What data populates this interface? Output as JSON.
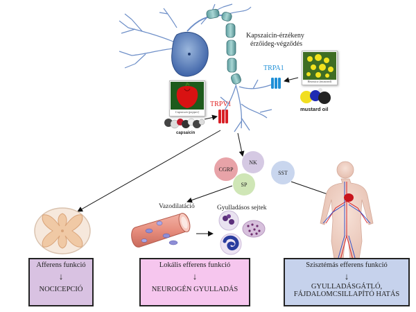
{
  "neuron": {
    "label_line1": "Kapszaicin-érzékeny",
    "label_line2": "érzőideg-végződés"
  },
  "receptors": {
    "trpa1": "TRPA1",
    "trpv1": "TRPV1"
  },
  "photos": {
    "mustard_caption": "Brassica (mustard)",
    "pepper_caption": "Capsicum (pepper)"
  },
  "molecules": {
    "capsaicin": "capsaicin",
    "mustard_oil": "mustard oil"
  },
  "mediators": {
    "cgrp": "CGRP",
    "nk": "NK",
    "sp": "SP",
    "sst": "SST"
  },
  "local": {
    "vasodilation": "Vazodilatáció",
    "inflammatory_cells": "Gyulladásos sejtek"
  },
  "boxes": {
    "afferent": {
      "title": "Afferens funkció",
      "arrow": "↓",
      "result": "NOCICEPCIÓ"
    },
    "local_efferent": {
      "title": "Lokális efferens funkció",
      "arrow": "↓",
      "result": "NEUROGÉN GYULLADÁS"
    },
    "systemic_efferent": {
      "title": "Szisztémás efferens funkció",
      "arrow": "↓",
      "result_line1": "GYULLADÁSGÁTLÓ,",
      "result_line2": "FÁJDALOMCSILLAPÍTÓ HATÁS"
    }
  },
  "colors": {
    "afferent_box": "#d9c2e2",
    "local_box": "#f6c6ee",
    "systemic_box": "#c6d2ec",
    "trpv1": "#e02020",
    "trpa1": "#1f8fd6",
    "cgrp": "#e8a3a8",
    "nk": "#d5c9e3",
    "sp": "#cfe6b6",
    "sst": "#c9d6ee"
  }
}
